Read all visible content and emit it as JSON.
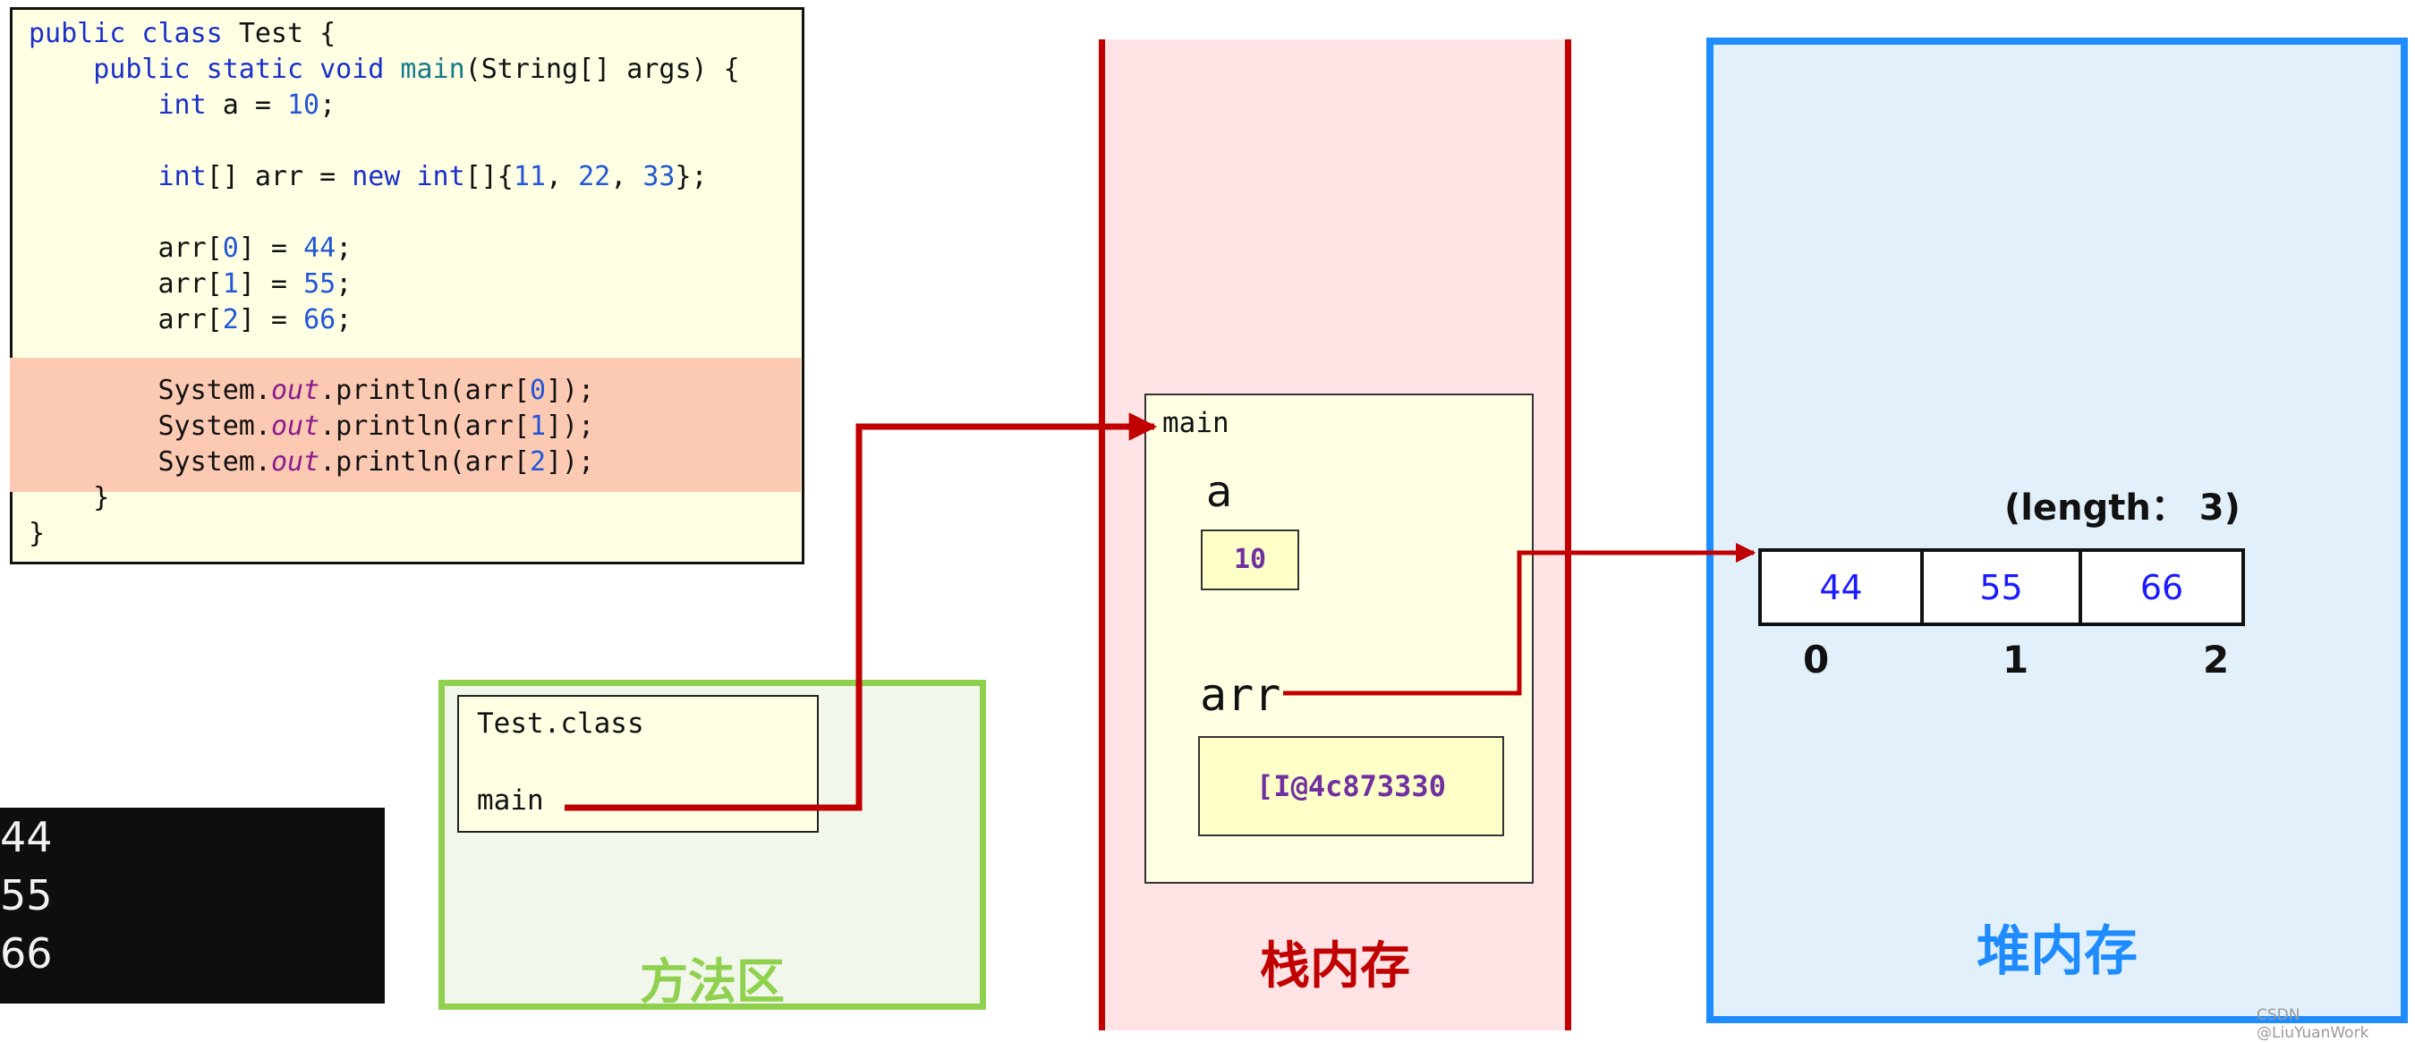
{
  "code": [
    {
      "indent": "",
      "parts": [
        {
          "t": "public class ",
          "c": "kw"
        },
        {
          "t": "Test {",
          "c": ""
        }
      ]
    },
    {
      "indent": "    ",
      "parts": [
        {
          "t": "public static void ",
          "c": "kw"
        },
        {
          "t": "main",
          "c": "fn"
        },
        {
          "t": "(String[] args) {",
          "c": ""
        }
      ]
    },
    {
      "indent": "        ",
      "parts": [
        {
          "t": "int ",
          "c": "kw"
        },
        {
          "t": "a = ",
          "c": ""
        },
        {
          "t": "10",
          "c": "num"
        },
        {
          "t": ";",
          "c": ""
        }
      ]
    },
    {
      "indent": "",
      "parts": []
    },
    {
      "indent": "        ",
      "parts": [
        {
          "t": "int",
          "c": "kw"
        },
        {
          "t": "[] arr = ",
          "c": ""
        },
        {
          "t": "new int",
          "c": "kw"
        },
        {
          "t": "[]{",
          "c": ""
        },
        {
          "t": "11",
          "c": "num"
        },
        {
          "t": ", ",
          "c": ""
        },
        {
          "t": "22",
          "c": "num"
        },
        {
          "t": ", ",
          "c": ""
        },
        {
          "t": "33",
          "c": "num"
        },
        {
          "t": "};",
          "c": ""
        }
      ]
    },
    {
      "indent": "",
      "parts": []
    },
    {
      "indent": "        ",
      "parts": [
        {
          "t": "arr[",
          "c": ""
        },
        {
          "t": "0",
          "c": "num"
        },
        {
          "t": "] = ",
          "c": ""
        },
        {
          "t": "44",
          "c": "num"
        },
        {
          "t": ";",
          "c": ""
        }
      ]
    },
    {
      "indent": "        ",
      "parts": [
        {
          "t": "arr[",
          "c": ""
        },
        {
          "t": "1",
          "c": "num"
        },
        {
          "t": "] = ",
          "c": ""
        },
        {
          "t": "55",
          "c": "num"
        },
        {
          "t": ";",
          "c": ""
        }
      ]
    },
    {
      "indent": "        ",
      "parts": [
        {
          "t": "arr[",
          "c": ""
        },
        {
          "t": "2",
          "c": "num"
        },
        {
          "t": "] = ",
          "c": ""
        },
        {
          "t": "66",
          "c": "num"
        },
        {
          "t": ";",
          "c": ""
        }
      ]
    },
    {
      "indent": "",
      "parts": []
    },
    {
      "indent": "        ",
      "parts": [
        {
          "t": "System.",
          "c": ""
        },
        {
          "t": "out",
          "c": "fld"
        },
        {
          "t": ".println(arr[",
          "c": ""
        },
        {
          "t": "0",
          "c": "num"
        },
        {
          "t": "]);",
          "c": ""
        }
      ]
    },
    {
      "indent": "        ",
      "parts": [
        {
          "t": "System.",
          "c": ""
        },
        {
          "t": "out",
          "c": "fld"
        },
        {
          "t": ".println(arr[",
          "c": ""
        },
        {
          "t": "1",
          "c": "num"
        },
        {
          "t": "]);",
          "c": ""
        }
      ]
    },
    {
      "indent": "        ",
      "parts": [
        {
          "t": "System.",
          "c": ""
        },
        {
          "t": "out",
          "c": "fld"
        },
        {
          "t": ".println(arr[",
          "c": ""
        },
        {
          "t": "2",
          "c": "num"
        },
        {
          "t": "]);",
          "c": ""
        }
      ]
    },
    {
      "indent": "    ",
      "parts": [
        {
          "t": "}",
          "c": ""
        }
      ]
    },
    {
      "indent": "",
      "parts": [
        {
          "t": "}",
          "c": ""
        }
      ]
    }
  ],
  "console": {
    "lines": [
      "44",
      "55",
      "66"
    ]
  },
  "method_area": {
    "label": "方法区",
    "class_name": "Test.class",
    "method": "main"
  },
  "stack": {
    "label": "栈内存",
    "frame_name": "main",
    "var_a_name": "a",
    "var_a_value": "10",
    "var_arr_name": "arr",
    "var_arr_value": "[I@4c873330"
  },
  "heap": {
    "label": "堆内存",
    "length_label": "(length： 3)",
    "cells": [
      "44",
      "55",
      "66"
    ],
    "indices": [
      "0",
      "1",
      "2"
    ]
  },
  "watermark": "CSDN @LiuYuanWork",
  "colors": {
    "method_area": "#8fd14f",
    "stack": "#c00000",
    "heap": "#1e8bff",
    "arrow": "#c00000",
    "highlight": "#fcc9b2"
  }
}
